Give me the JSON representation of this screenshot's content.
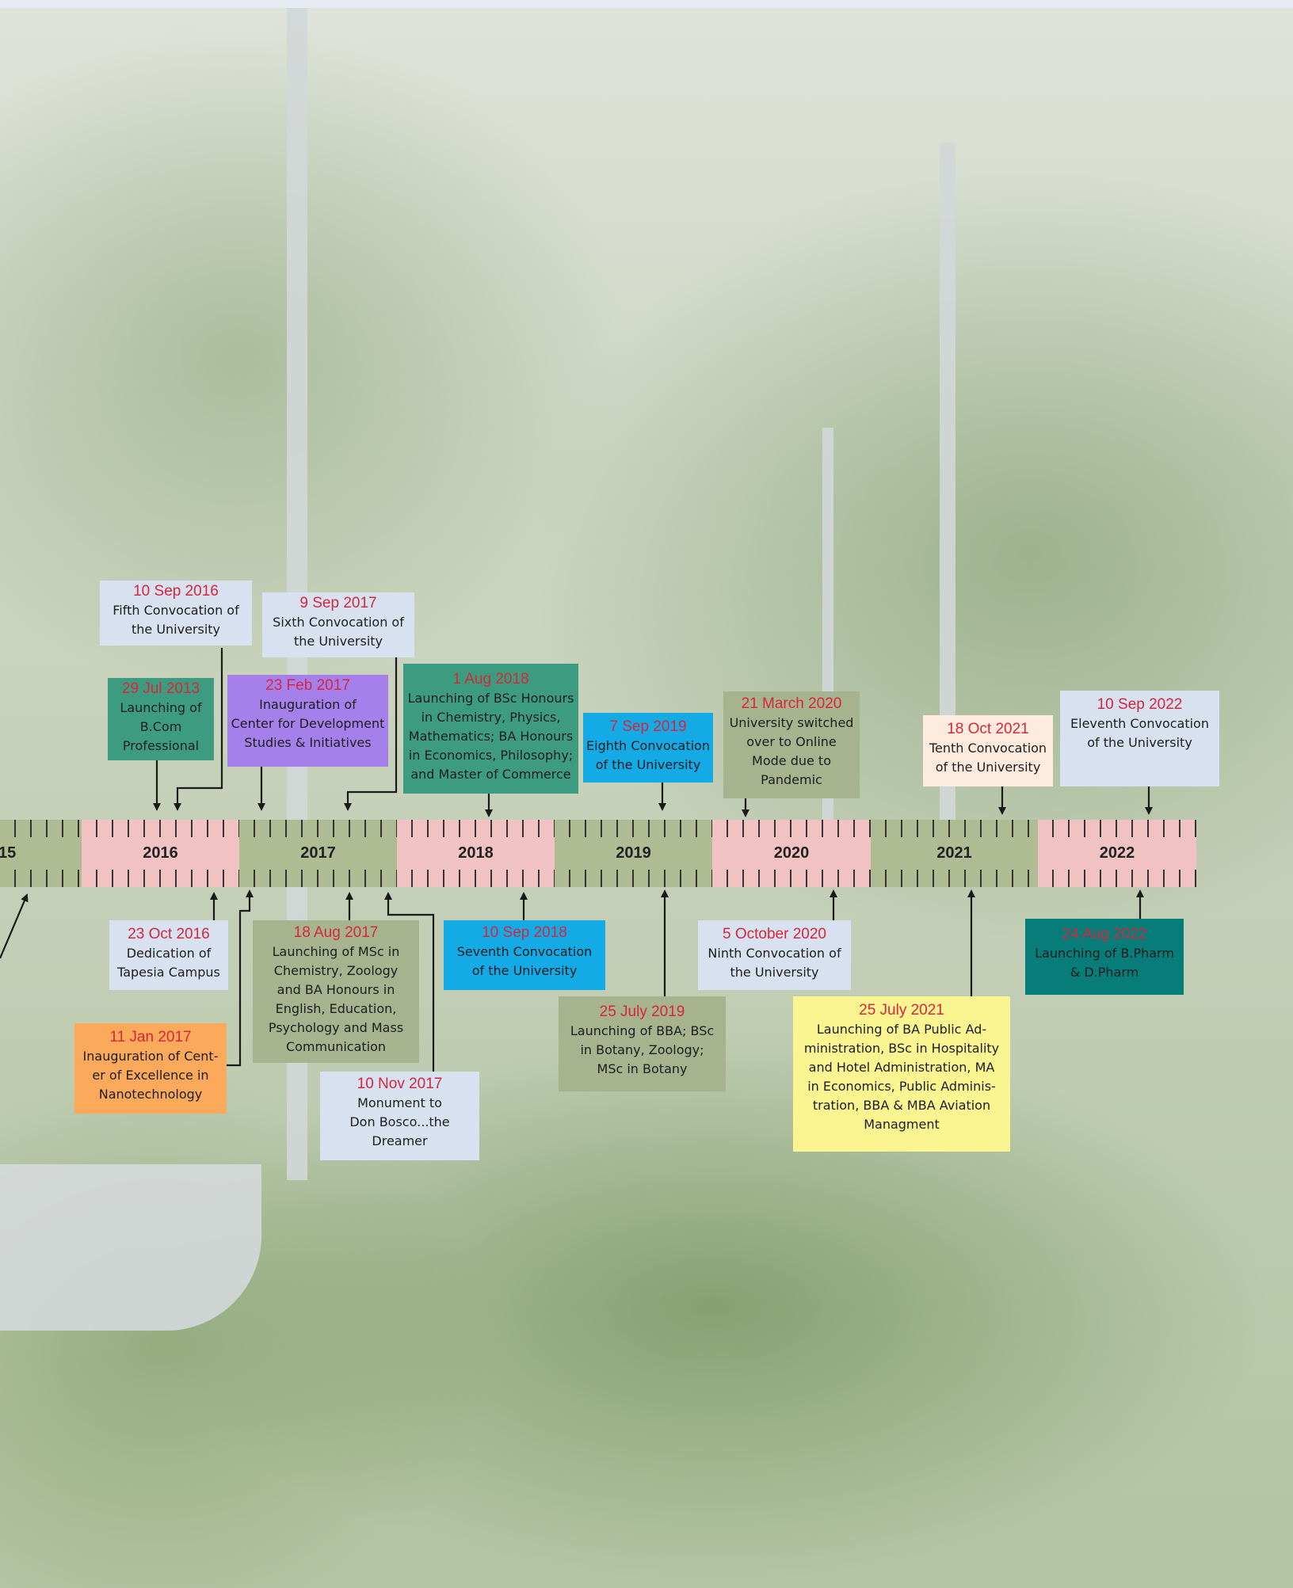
{
  "timeline": {
    "years": [
      "15",
      "2016",
      "2017",
      "2018",
      "2019",
      "2020",
      "2021",
      "2022"
    ],
    "events_above": [
      {
        "date": "10 Sep 2016",
        "description": "Fifth Convocation of\nthe University",
        "color": "#d7e1ef"
      },
      {
        "date": "9 Sep 2017",
        "description": "Sixth Convocation of\nthe University",
        "color": "#d7e1ef"
      },
      {
        "date": "29 Jul 2013",
        "description": "Launching of\nB.Com\nProfessional",
        "color": "#3d9c80"
      },
      {
        "date": "23 Feb 2017",
        "description": "Inauguration of\nCenter for Development\nStudies & Initiatives",
        "color": "#a680ea"
      },
      {
        "date": "1 Aug 2018",
        "description": "Launching of BSc Honours\nin Chemistry, Physics,\nMathematics; BA Honours\nin Economics, Philosophy;\nand Master of Commerce",
        "color": "#3d9c80"
      },
      {
        "date": "7 Sep 2019",
        "description": "Eighth Convocation\nof the University",
        "color": "#13aae6"
      },
      {
        "date": "21 March 2020",
        "description": "University switched\nover to Online\nMode  due to\nPandemic",
        "color": "#a6b38e"
      },
      {
        "date": "18 Oct 2021",
        "description": "Tenth Convocation\nof the University",
        "color": "#fdebdd"
      },
      {
        "date": "10 Sep 2022",
        "description": "Eleventh Convocation\nof the University",
        "color": "#d7e1ef"
      }
    ],
    "events_below": [
      {
        "date": "23 Oct 2016",
        "description": "Dedication of\nTapesia Campus",
        "color": "#d7e1ef"
      },
      {
        "date": "18 Aug 2017",
        "description": "Launching of MSc in\nChemistry, Zoology\nand BA Honours in\nEnglish, Education,\nPsychology and Mass\nCommunication",
        "color": "#a6b38e"
      },
      {
        "date": "10 Sep 2018",
        "description": "Seventh Convocation\nof the University",
        "color": "#13aae6"
      },
      {
        "date": "5 October 2020",
        "description": "Ninth Convocation of\nthe University",
        "color": "#d7e1ef"
      },
      {
        "date": "24 Aug 2022",
        "description": "Launching of B.Pharm\n& D.Pharm",
        "color": "#087c79"
      },
      {
        "date": "11 Jan 2017",
        "description": "Inauguration of Cent-\ner of Excellence in\nNanotechnology",
        "color": "#fba95a"
      },
      {
        "date": "25 July 2019",
        "description": "Launching of BBA; BSc\nin Botany, Zoology;\nMSc in Botany",
        "color": "#a6b38e"
      },
      {
        "date": "25 July 2021",
        "description": "Launching of BA Public Ad-\nministration, BSc in Hospitality\nand Hotel Administration, MA\nin Economics, Public Adminis-\ntration, BBA & MBA Aviation\nManagment",
        "color": "#fbf591"
      },
      {
        "date": "10 Nov 2017",
        "description": "Monument to\nDon Bosco...the\nDreamer",
        "color": "#d7e1ef"
      }
    ]
  }
}
